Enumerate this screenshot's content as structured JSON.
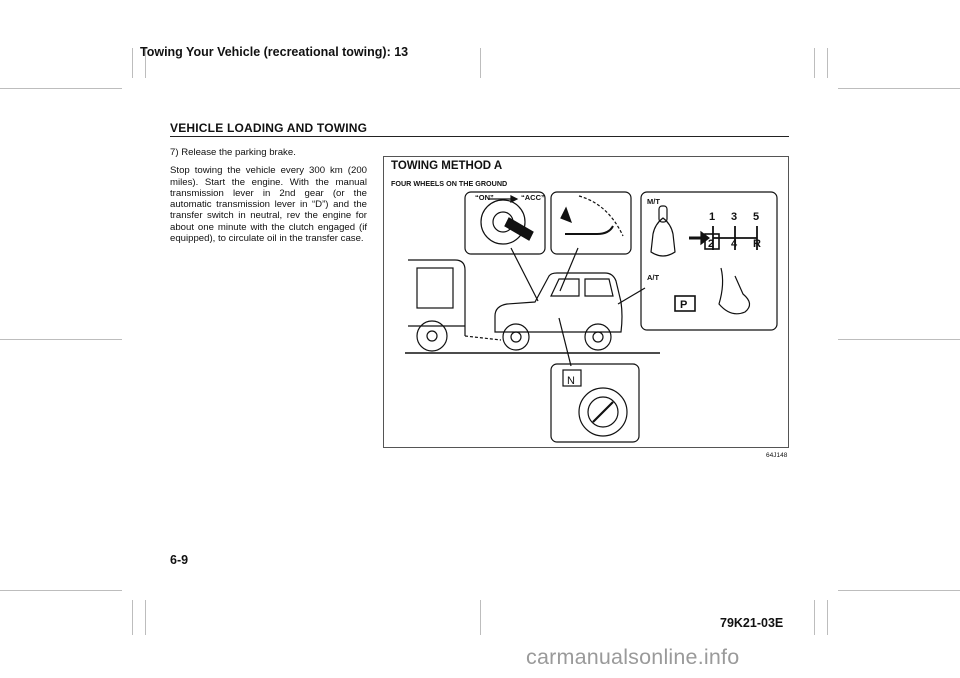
{
  "header": {
    "running_title": "Towing Your Vehicle (recreational towing): 13"
  },
  "section": {
    "title": "VEHICLE LOADING AND TOWING"
  },
  "body": {
    "step": "7)  Release the parking brake.",
    "paragraph": "Stop towing the vehicle every 300 km (200 miles). Start the engine. With the manual transmission lever in 2nd gear (or the automatic transmission lever in “D”) and the transfer switch in neutral, rev the engine for about one minute with the clutch engaged (if equipped), to circulate oil in the transfer case."
  },
  "figure": {
    "title": "TOWING METHOD A",
    "subtitle": "FOUR WHEELS ON THE GROUND",
    "ignition_on": "“ON”",
    "ignition_acc": "“ACC”",
    "mt_label": "M/T",
    "at_label": "A/T",
    "gear_1": "1",
    "gear_3": "3",
    "gear_5": "5",
    "gear_2": "2",
    "gear_4": "4",
    "gear_r": "R",
    "park": "P",
    "neutral": "N",
    "code": "64J148"
  },
  "footer": {
    "page_number": "6-9",
    "doc_code": "79K21-03E",
    "watermark": "carmanualsonline.info"
  }
}
